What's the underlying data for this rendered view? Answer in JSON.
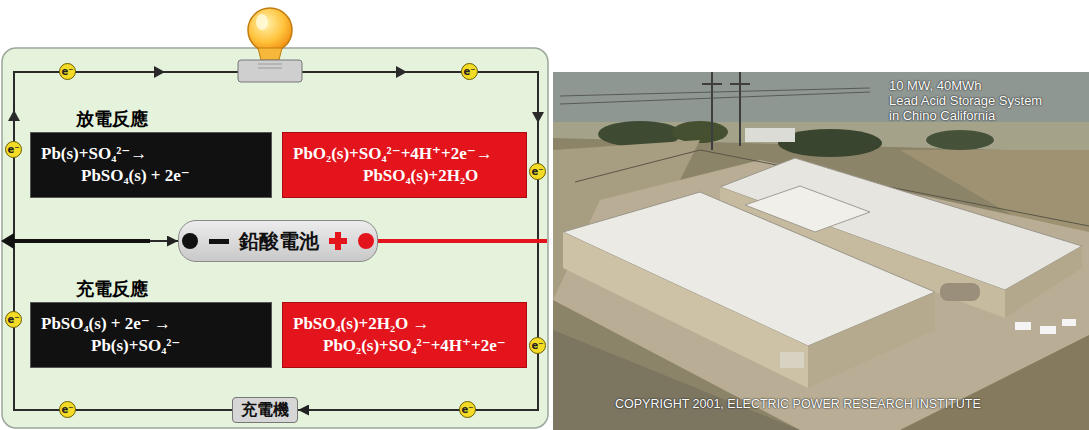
{
  "diagram": {
    "nodes": [
      {
        "text": [
          "放電反應",
          "Pb(s)+SO₄²⁻→ PbSO₄(s) + 2e⁻"
        ]
      },
      {
        "text": [
          "PbO₂(s)+SO₄²⁻+4H⁺+2e⁻→ PbSO₄(s)+2H₂O"
        ]
      },
      {
        "text": [
          "鉛酸電池"
        ]
      },
      {
        "text": [
          "充電反應",
          "PbSO₄(s) + 2e⁻ → Pb(s)+SO₄²⁻"
        ]
      },
      {
        "text": [
          "PbSO₄(s)+2H₂O → PbO₂(s)+SO₄²⁻+4H⁺+2e⁻"
        ]
      },
      {
        "text": [
          "充電機"
        ]
      }
    ],
    "edges": [
      {
        "from": 2,
        "to": 5,
        "arrow": "to"
      },
      {
        "from": 5,
        "to": 2,
        "arrow": "to"
      }
    ],
    "labels": [
      "e⁻",
      "e⁻",
      "e⁻",
      "e⁻",
      "e⁻",
      "e⁻",
      "e⁻",
      "e⁻",
      "10 MW, 40MWh",
      "Lead Acid Storage System",
      "in Chino California",
      "COPYRIGHT 2001, ELECTRIC POWER RESEARCH INSTITUTE"
    ]
  }
}
